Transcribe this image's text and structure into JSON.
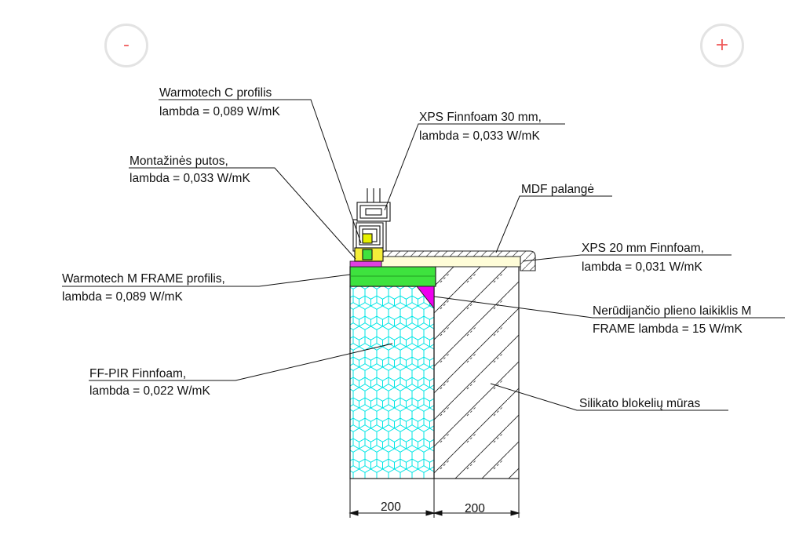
{
  "controls": {
    "zoom_out_label": "-",
    "zoom_in_label": "+"
  },
  "labels": {
    "warmotech_c_name": "Warmotech C profilis",
    "warmotech_c_lambda": "lambda = 0,089 W/mK",
    "xps30_name": "XPS Finnfoam 30 mm,",
    "xps30_lambda": "lambda = 0,033 W/mK",
    "montazines_name": "Montažinės putos,",
    "montazines_lambda": "lambda = 0,033 W/mK",
    "mdf_name": "MDF palangė",
    "xps20_name": "XPS 20 mm Finnfoam,",
    "xps20_lambda": "lambda = 0,031 W/mK",
    "mframe_name": "Warmotech M FRAME profilis,",
    "mframe_lambda": "lambda = 0,089 W/mK",
    "steel_line1": "Nerūdijančio plieno laikiklis M",
    "steel_line2": "FRAME lambda = 15 W/mK",
    "pir_name": "FF-PIR Finnfoam,",
    "pir_lambda": "lambda = 0,022 W/mK",
    "masonry_name": "Silikato blokelių mūras"
  },
  "dimensions": {
    "insulation_width": "200",
    "masonry_width": "200"
  },
  "colors": {
    "pir_hatch": "#00e5e5",
    "mframe_profile": "#3ee23e",
    "steel_bracket": "#ee00ee",
    "xps_board": "#fffdd8",
    "pink_strip": "#e040e0",
    "accent_button": "#ef5b5b"
  }
}
